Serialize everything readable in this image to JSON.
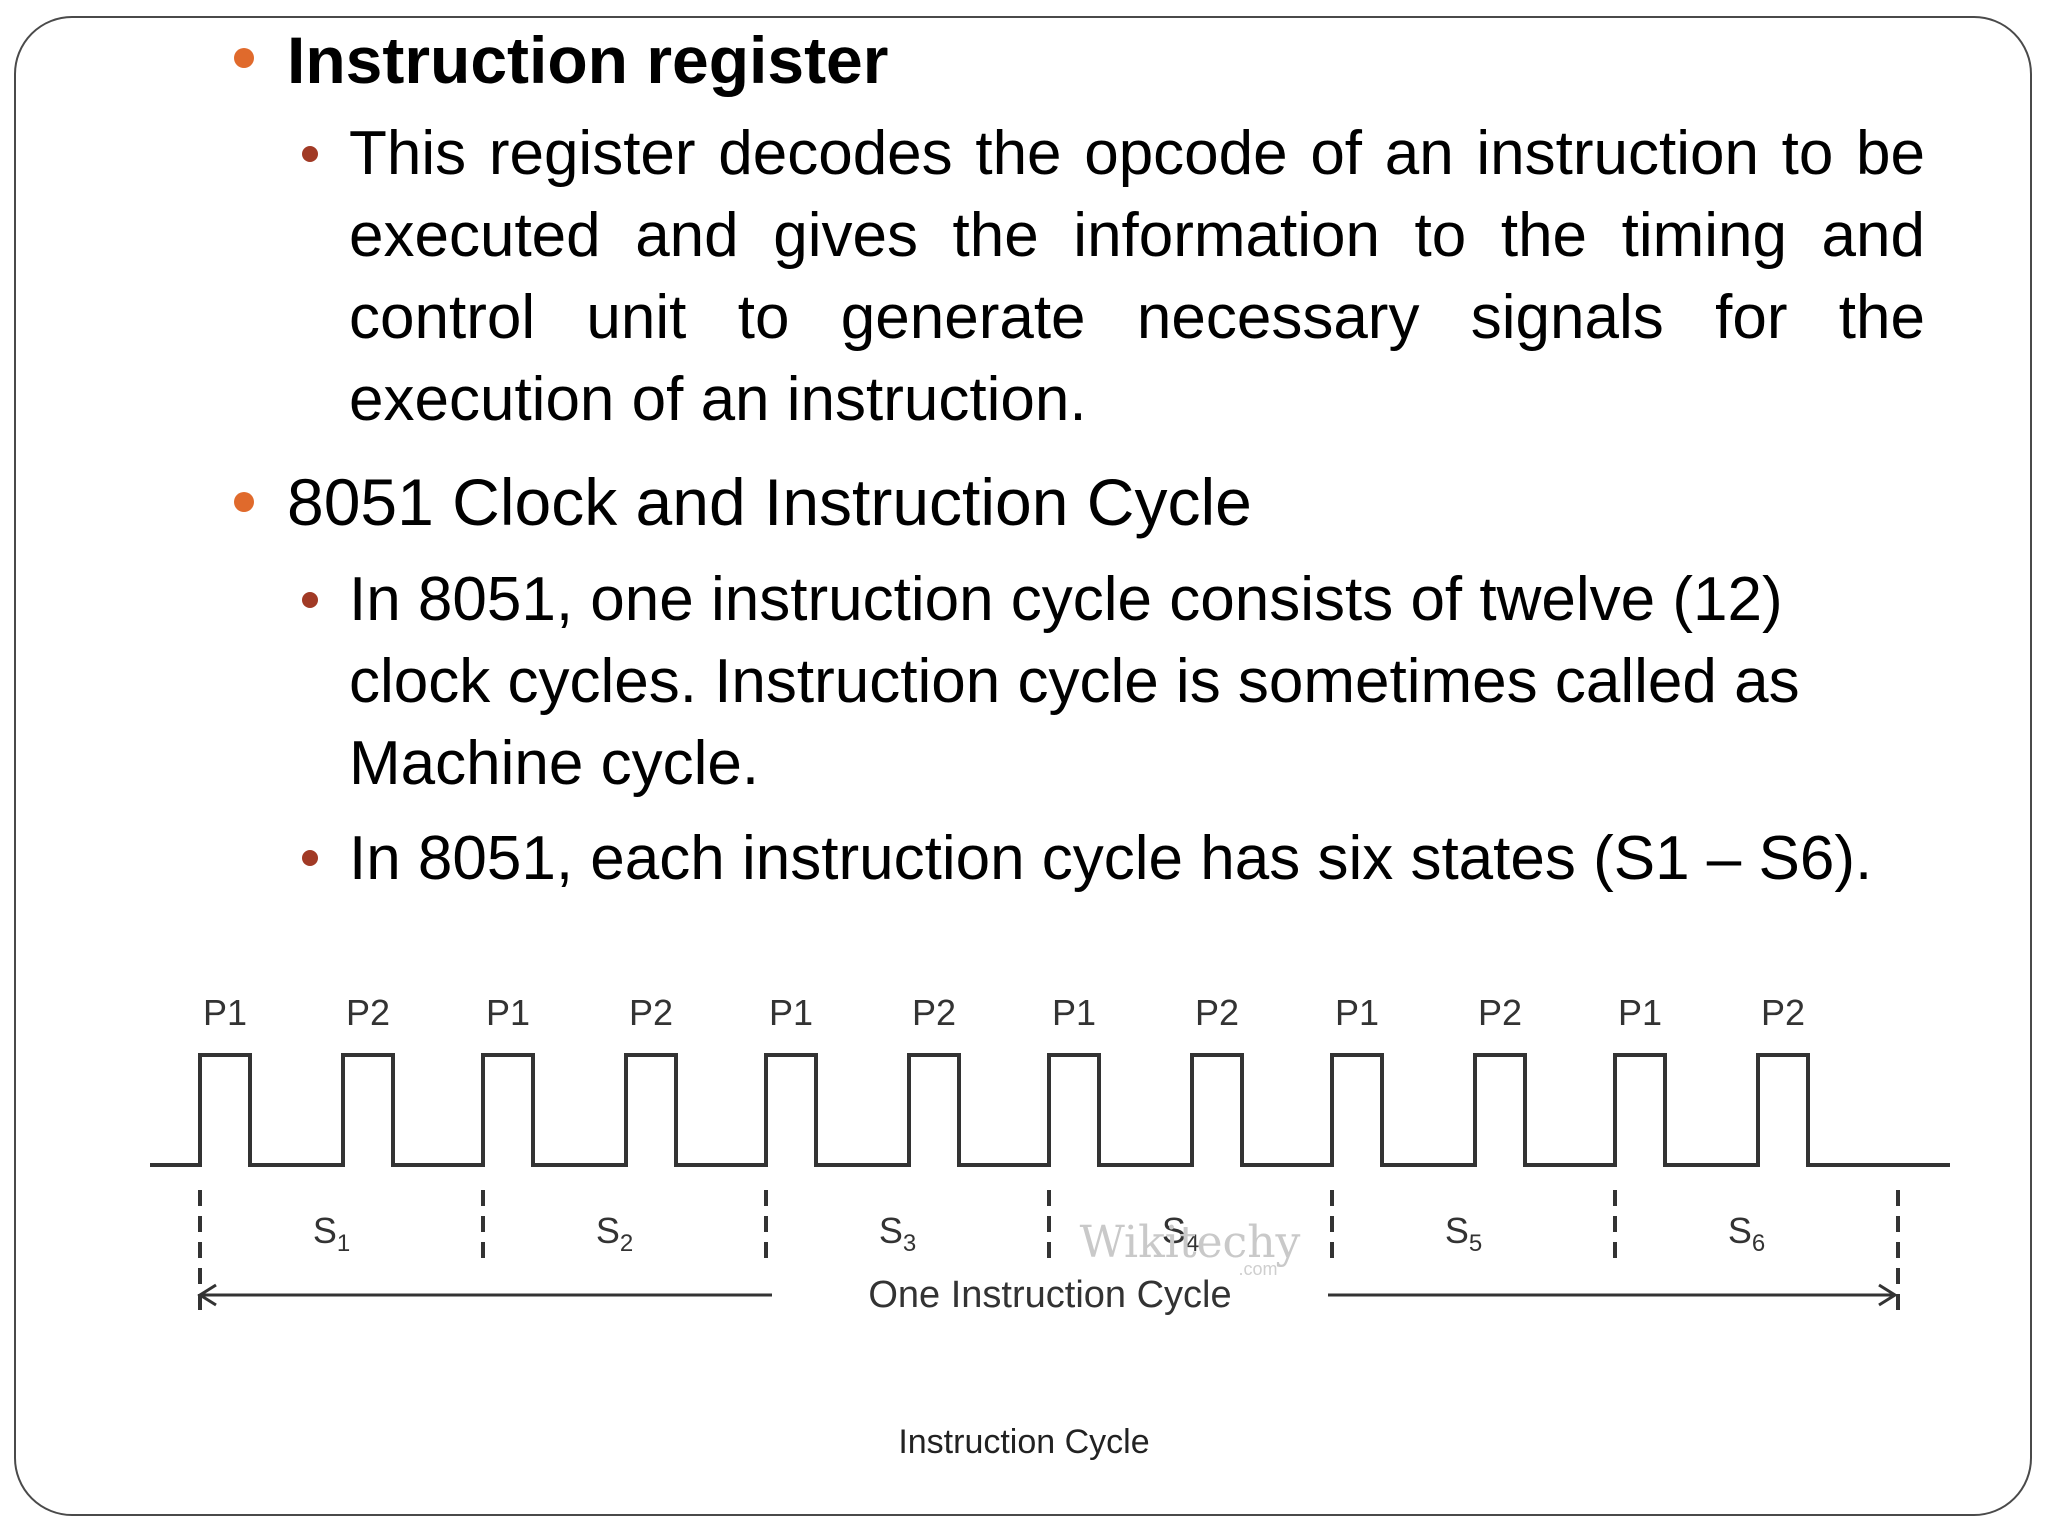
{
  "slide": {
    "bullets": [
      {
        "heading": "Instruction register",
        "heading_bold": true,
        "sub": [
          "This register decodes the opcode of an instruction to be executed and gives the information to the timing and control unit to generate necessary signals for the execution of an instruction."
        ]
      },
      {
        "heading": "8051 Clock and Instruction Cycle",
        "heading_bold": false,
        "sub": [
          "In 8051, one instruction cycle consists of twelve (12) clock cycles. Instruction cycle is sometimes called as Machine cycle.",
          "In 8051, each instruction cycle has six states (S1 – S6)."
        ]
      }
    ]
  },
  "diagram": {
    "phase_labels": [
      "P1",
      "P2",
      "P1",
      "P2",
      "P1",
      "P2",
      "P1",
      "P2",
      "P1",
      "P2",
      "P1",
      "P2"
    ],
    "states": [
      {
        "main": "S",
        "sub": "1"
      },
      {
        "main": "S",
        "sub": "2"
      },
      {
        "main": "S",
        "sub": "3"
      },
      {
        "main": "S",
        "sub": "4"
      },
      {
        "main": "S",
        "sub": "5"
      },
      {
        "main": "S",
        "sub": "6"
      }
    ],
    "span_label": "One Instruction Cycle",
    "watermark": "Wikitechy",
    "watermark_sub": ".com",
    "caption": "Instruction Cycle",
    "colors": {
      "bullet_primary": "#e06a2c",
      "bullet_secondary": "#a13a25",
      "waveform": "#333333"
    }
  }
}
